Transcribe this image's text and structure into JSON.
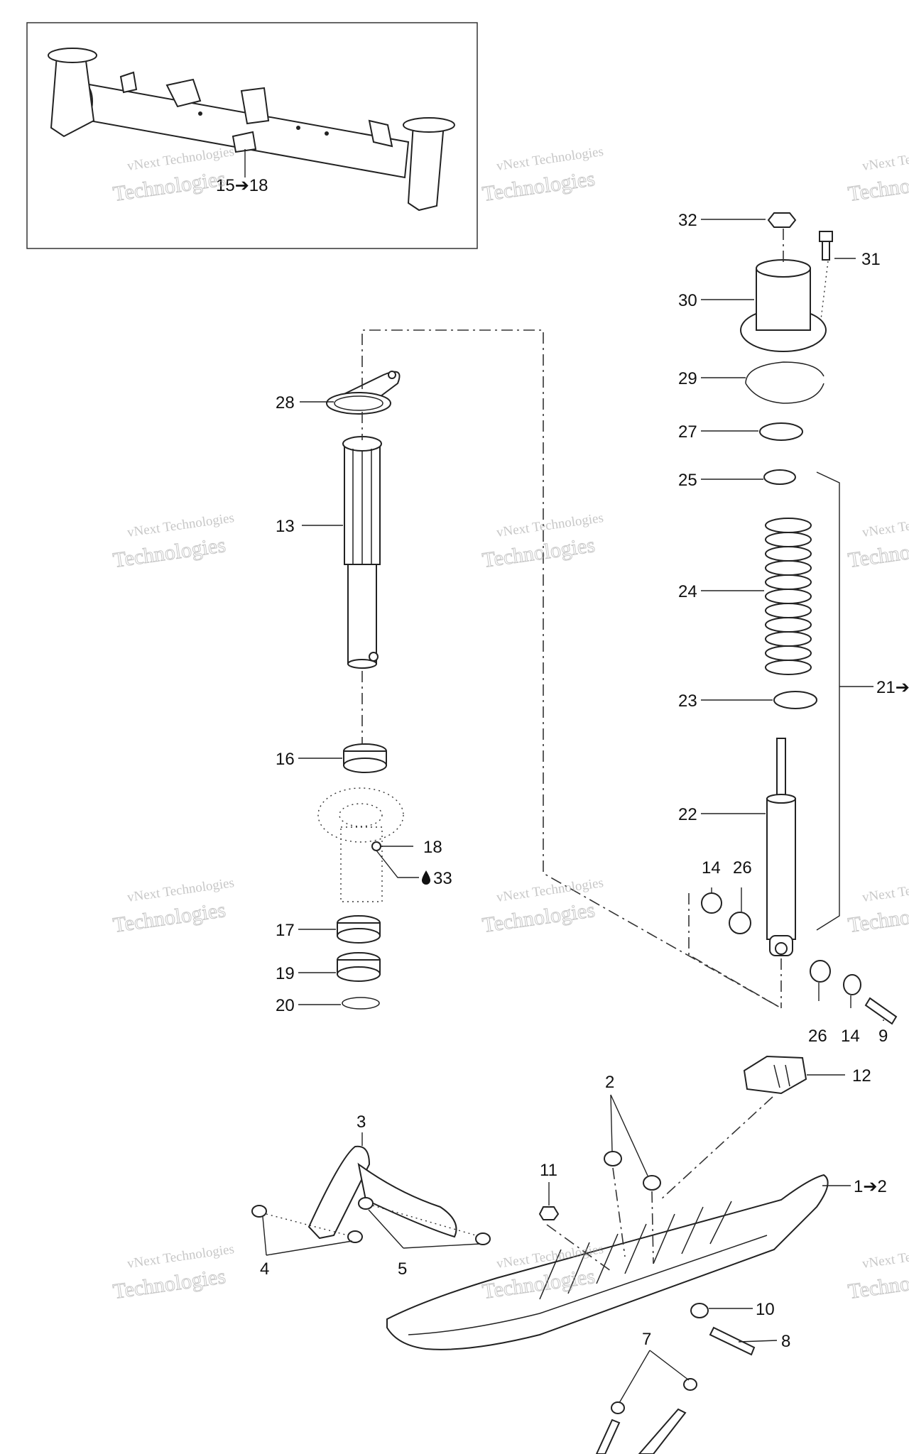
{
  "watermark": {
    "line1": "vNext Technologies",
    "line2": "Technologies",
    "line3": "vNext"
  },
  "callouts": {
    "c15_18": "15➔18",
    "c32": "32",
    "c31": "31",
    "c30": "30",
    "c29": "29",
    "c28": "28",
    "c27": "27",
    "c25": "25",
    "c13": "13",
    "c24": "24",
    "c21": "21➔",
    "c23": "23",
    "c16": "16",
    "c22": "22",
    "c18": "18",
    "c33": "33",
    "c14a": "14",
    "c26a": "26",
    "c17": "17",
    "c19": "19",
    "c20": "20",
    "c26b": "26",
    "c14b": "14",
    "c9": "9",
    "c12": "12",
    "c2": "2",
    "c3": "3",
    "c11": "11",
    "c1_2": "1➔2",
    "c4": "4",
    "c5": "5",
    "c10": "10",
    "c8": "8",
    "c7": "7"
  },
  "icons": {
    "grease": "droplet-icon"
  }
}
